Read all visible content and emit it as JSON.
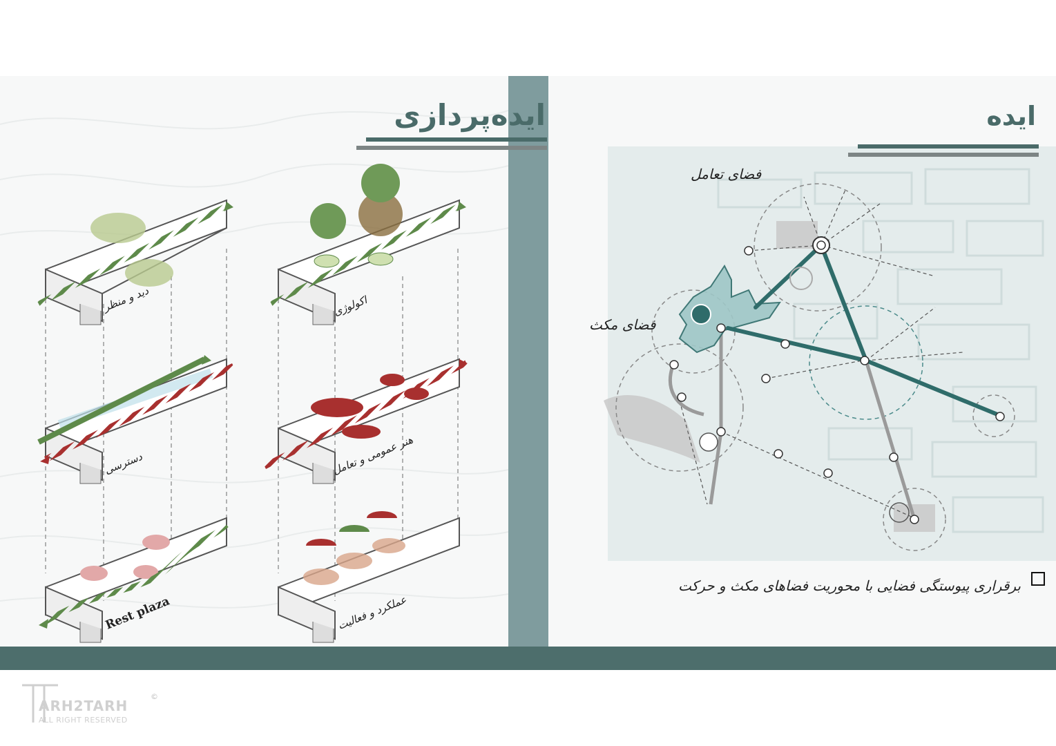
{
  "left_panel": {
    "title": "ایده‌پردازی",
    "diagram_labels": {
      "landscape": "دید و منظر",
      "ecology": "اکولوژی",
      "access": "دسترسی",
      "public_art": "هنر عمومی و تعامل",
      "rest_plaza": "Rest plaza",
      "function": "عملکرد و فعالیت"
    }
  },
  "right_panel": {
    "title": "ایده",
    "labels": {
      "interaction": "فضای تعامل",
      "pause": "فضای مکث"
    },
    "bullet": "برقراری پیوستگی فضایی با محوریت فضاهای مکث و حرکت"
  },
  "logo": {
    "name": "ARH2TARH",
    "tagline": "ALL RIGHT RESERVED",
    "mark": "©"
  },
  "colors": {
    "teal": "#4a6b69",
    "teal_light": "#7f9c9e",
    "green": "#5e8a4a",
    "red": "#a8302f"
  }
}
